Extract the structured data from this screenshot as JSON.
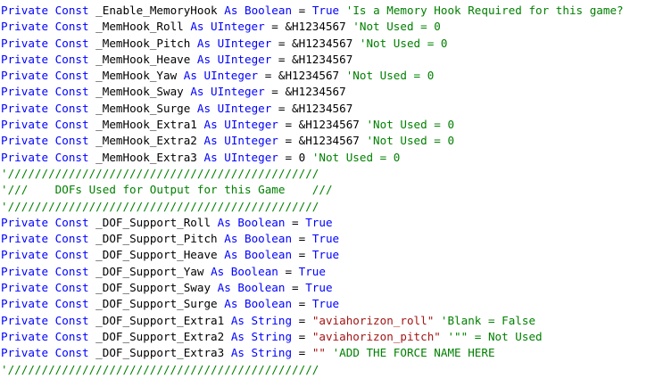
{
  "colors": {
    "keyword": "#0000ff",
    "identifier": "#000000",
    "string": "#a31515",
    "comment": "#008000",
    "background": "#ffffff"
  },
  "code_lines": [
    [
      {
        "t": "kw",
        "v": "Private Const"
      },
      {
        "t": "id",
        "v": " _Enable_MemoryHook "
      },
      {
        "t": "kw",
        "v": "As Boolean"
      },
      {
        "t": "id",
        "v": " = "
      },
      {
        "t": "kw",
        "v": "True"
      },
      {
        "t": "com",
        "v": " 'Is a Memory Hook Required for this game?"
      }
    ],
    [
      {
        "t": "kw",
        "v": "Private Const"
      },
      {
        "t": "id",
        "v": " _MemHook_Roll "
      },
      {
        "t": "kw",
        "v": "As UInteger"
      },
      {
        "t": "id",
        "v": " = &H1234567 "
      },
      {
        "t": "com",
        "v": "'Not Used = 0"
      }
    ],
    [
      {
        "t": "kw",
        "v": "Private Const"
      },
      {
        "t": "id",
        "v": " _MemHook_Pitch "
      },
      {
        "t": "kw",
        "v": "As UInteger"
      },
      {
        "t": "id",
        "v": " = &H1234567 "
      },
      {
        "t": "com",
        "v": "'Not Used = 0"
      }
    ],
    [
      {
        "t": "kw",
        "v": "Private Const"
      },
      {
        "t": "id",
        "v": " _MemHook_Heave "
      },
      {
        "t": "kw",
        "v": "As UInteger"
      },
      {
        "t": "id",
        "v": " = &H1234567"
      }
    ],
    [
      {
        "t": "kw",
        "v": "Private Const"
      },
      {
        "t": "id",
        "v": " _MemHook_Yaw "
      },
      {
        "t": "kw",
        "v": "As UInteger"
      },
      {
        "t": "id",
        "v": " = &H1234567 "
      },
      {
        "t": "com",
        "v": "'Not Used = 0"
      }
    ],
    [
      {
        "t": "kw",
        "v": "Private Const"
      },
      {
        "t": "id",
        "v": " _MemHook_Sway "
      },
      {
        "t": "kw",
        "v": "As UInteger"
      },
      {
        "t": "id",
        "v": " = &H1234567"
      }
    ],
    [
      {
        "t": "kw",
        "v": "Private Const"
      },
      {
        "t": "id",
        "v": " _MemHook_Surge "
      },
      {
        "t": "kw",
        "v": "As UInteger"
      },
      {
        "t": "id",
        "v": " = &H1234567"
      }
    ],
    [
      {
        "t": "kw",
        "v": "Private Const"
      },
      {
        "t": "id",
        "v": " _MemHook_Extra1 "
      },
      {
        "t": "kw",
        "v": "As UInteger"
      },
      {
        "t": "id",
        "v": " = &H1234567 "
      },
      {
        "t": "com",
        "v": "'Not Used = 0"
      }
    ],
    [
      {
        "t": "kw",
        "v": "Private Const"
      },
      {
        "t": "id",
        "v": " _MemHook_Extra2 "
      },
      {
        "t": "kw",
        "v": "As UInteger"
      },
      {
        "t": "id",
        "v": " = &H1234567 "
      },
      {
        "t": "com",
        "v": "'Not Used = 0"
      }
    ],
    [
      {
        "t": "kw",
        "v": "Private Const"
      },
      {
        "t": "id",
        "v": " _MemHook_Extra3 "
      },
      {
        "t": "kw",
        "v": "As UInteger"
      },
      {
        "t": "id",
        "v": " = 0 "
      },
      {
        "t": "com",
        "v": "'Not Used = 0"
      }
    ],
    [
      {
        "t": "com",
        "v": "'//////////////////////////////////////////////"
      }
    ],
    [
      {
        "t": "com",
        "v": "'///    DOFs Used for Output for this Game    ///"
      }
    ],
    [
      {
        "t": "com",
        "v": "'//////////////////////////////////////////////"
      }
    ],
    [
      {
        "t": "kw",
        "v": "Private Const"
      },
      {
        "t": "id",
        "v": " _DOF_Support_Roll "
      },
      {
        "t": "kw",
        "v": "As Boolean"
      },
      {
        "t": "id",
        "v": " = "
      },
      {
        "t": "kw",
        "v": "True"
      }
    ],
    [
      {
        "t": "kw",
        "v": "Private Const"
      },
      {
        "t": "id",
        "v": " _DOF_Support_Pitch "
      },
      {
        "t": "kw",
        "v": "As Boolean"
      },
      {
        "t": "id",
        "v": " = "
      },
      {
        "t": "kw",
        "v": "True"
      }
    ],
    [
      {
        "t": "kw",
        "v": "Private Const"
      },
      {
        "t": "id",
        "v": " _DOF_Support_Heave "
      },
      {
        "t": "kw",
        "v": "As Boolean"
      },
      {
        "t": "id",
        "v": " = "
      },
      {
        "t": "kw",
        "v": "True"
      }
    ],
    [
      {
        "t": "kw",
        "v": "Private Const"
      },
      {
        "t": "id",
        "v": " _DOF_Support_Yaw "
      },
      {
        "t": "kw",
        "v": "As Boolean"
      },
      {
        "t": "id",
        "v": " = "
      },
      {
        "t": "kw",
        "v": "True"
      }
    ],
    [
      {
        "t": "kw",
        "v": "Private Const"
      },
      {
        "t": "id",
        "v": " _DOF_Support_Sway "
      },
      {
        "t": "kw",
        "v": "As Boolean"
      },
      {
        "t": "id",
        "v": " = "
      },
      {
        "t": "kw",
        "v": "True"
      }
    ],
    [
      {
        "t": "kw",
        "v": "Private Const"
      },
      {
        "t": "id",
        "v": " _DOF_Support_Surge "
      },
      {
        "t": "kw",
        "v": "As Boolean"
      },
      {
        "t": "id",
        "v": " = "
      },
      {
        "t": "kw",
        "v": "True"
      }
    ],
    [
      {
        "t": "kw",
        "v": "Private Const"
      },
      {
        "t": "id",
        "v": " _DOF_Support_Extra1 "
      },
      {
        "t": "kw",
        "v": "As String"
      },
      {
        "t": "id",
        "v": " = "
      },
      {
        "t": "str",
        "v": "\"aviahorizon_roll\""
      },
      {
        "t": "com",
        "v": " 'Blank = False"
      }
    ],
    [
      {
        "t": "kw",
        "v": "Private Const"
      },
      {
        "t": "id",
        "v": " _DOF_Support_Extra2 "
      },
      {
        "t": "kw",
        "v": "As String"
      },
      {
        "t": "id",
        "v": " = "
      },
      {
        "t": "str",
        "v": "\"aviahorizon_pitch\""
      },
      {
        "t": "com",
        "v": " '\"\" = Not Used"
      }
    ],
    [
      {
        "t": "kw",
        "v": "Private Const"
      },
      {
        "t": "id",
        "v": " _DOF_Support_Extra3 "
      },
      {
        "t": "kw",
        "v": "As String"
      },
      {
        "t": "id",
        "v": " = "
      },
      {
        "t": "str",
        "v": "\"\""
      },
      {
        "t": "com",
        "v": " 'ADD THE FORCE NAME HERE"
      }
    ],
    [
      {
        "t": "com",
        "v": "'//////////////////////////////////////////////"
      }
    ]
  ]
}
